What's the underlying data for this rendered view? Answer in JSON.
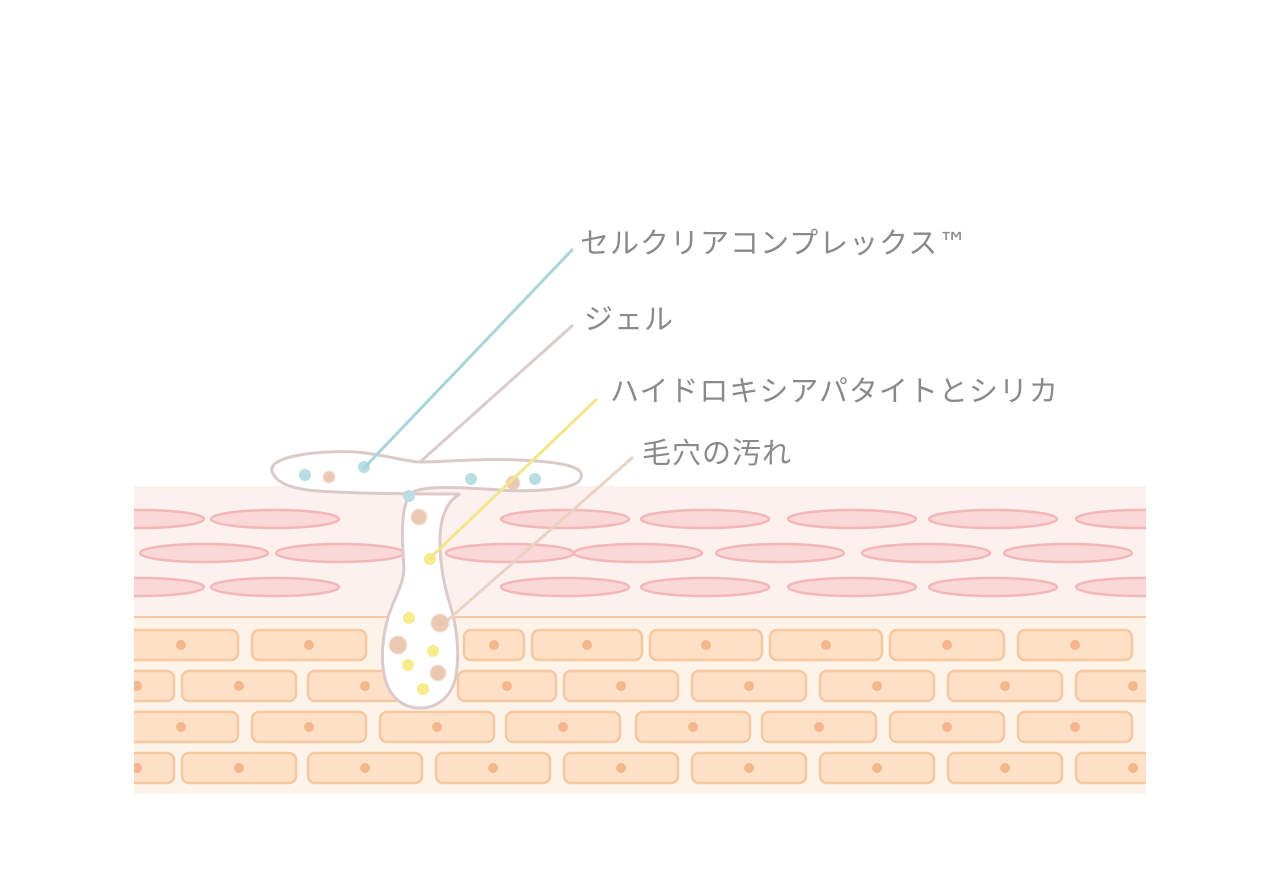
{
  "labels": {
    "complex": "セルクリアコンプレックス™",
    "gel": "ジェル",
    "hydroxyapatite": "ハイドロキシアパタイトとシリカ",
    "pore_dirt": "毛穴の汚れ"
  },
  "colors": {
    "label_text": "#8a8a8a",
    "line_complex": "#a8d4da",
    "line_gel": "#d9cccc",
    "line_hydroxyapatite": "#f3e58a",
    "line_pore_dirt": "#ead2c4",
    "dermis_bg": "#fdf1f0",
    "dermis_cell_fill": "#fad8d8",
    "dermis_cell_stroke": "#f3b7b7",
    "epidermis_bg": "#fef3e9",
    "epidermis_cell_fill": "#fde0c6",
    "epidermis_cell_stroke": "#f7c79f",
    "nucleus": "#f4b68c",
    "pore_outline": "#dcc9c9",
    "pore_fill": "#ffffff",
    "dot_blue": "#b9dde2",
    "dot_yellow": "#f7ec8c",
    "dot_tan": "#eac8b2"
  }
}
